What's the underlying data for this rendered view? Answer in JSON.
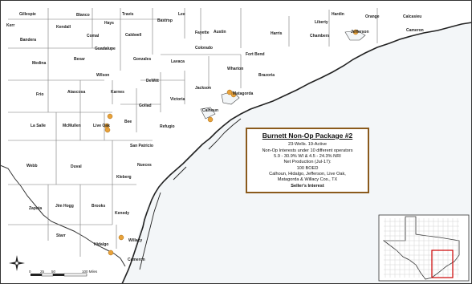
{
  "counties": [
    {
      "id": "gillespie",
      "label": "Gillespie"
    },
    {
      "id": "blanco",
      "label": "Blanco"
    },
    {
      "id": "travis",
      "label": "Travis"
    },
    {
      "id": "bastrop",
      "label": "Bastrop"
    },
    {
      "id": "lee",
      "label": "Lee"
    },
    {
      "id": "hardin",
      "label": "Hardin"
    },
    {
      "id": "orange",
      "label": "Orange"
    },
    {
      "id": "calcasieu",
      "label": "Calcasieu"
    },
    {
      "id": "kerr",
      "label": "Kerr"
    },
    {
      "id": "kendall",
      "label": "Kendall"
    },
    {
      "id": "hays",
      "label": "Hays"
    },
    {
      "id": "liberty",
      "label": "Liberty"
    },
    {
      "id": "comal",
      "label": "Comal"
    },
    {
      "id": "caldwell",
      "label": "Caldwell"
    },
    {
      "id": "fayette",
      "label": "Fayette"
    },
    {
      "id": "austin",
      "label": "Austin"
    },
    {
      "id": "harris",
      "label": "Harris"
    },
    {
      "id": "chambers",
      "label": "Chambers"
    },
    {
      "id": "jefferson",
      "label": "Jefferson"
    },
    {
      "id": "cameron_la",
      "label": "Cameron"
    },
    {
      "id": "bandera",
      "label": "Bandera"
    },
    {
      "id": "guadalupe",
      "label": "Guadalupe"
    },
    {
      "id": "colorado",
      "label": "Colorado"
    },
    {
      "id": "fortbend",
      "label": "Fort Bend"
    },
    {
      "id": "bexar",
      "label": "Bexar"
    },
    {
      "id": "gonzales",
      "label": "Gonzales"
    },
    {
      "id": "lavaca",
      "label": "Lavaca"
    },
    {
      "id": "medina",
      "label": "Medina"
    },
    {
      "id": "wharton",
      "label": "Wharton"
    },
    {
      "id": "brazoria",
      "label": "Brazoria"
    },
    {
      "id": "wilson",
      "label": "Wilson"
    },
    {
      "id": "dewitt",
      "label": "DeWitt"
    },
    {
      "id": "jackson",
      "label": "Jackson"
    },
    {
      "id": "matagorda",
      "label": "Matagorda"
    },
    {
      "id": "frio",
      "label": "Frio"
    },
    {
      "id": "atascosa",
      "label": "Atascosa"
    },
    {
      "id": "karnes",
      "label": "Karnes"
    },
    {
      "id": "victoria",
      "label": "Victoria"
    },
    {
      "id": "goliad",
      "label": "Goliad"
    },
    {
      "id": "calhoun",
      "label": "Calhoun"
    },
    {
      "id": "bee",
      "label": "Bee"
    },
    {
      "id": "lasalle",
      "label": "La Salle"
    },
    {
      "id": "mcmullen",
      "label": "McMullen"
    },
    {
      "id": "liveoak",
      "label": "Live Oak"
    },
    {
      "id": "refugio",
      "label": "Refugio"
    },
    {
      "id": "sanpatricio",
      "label": "San Patricio"
    },
    {
      "id": "webb",
      "label": "Webb"
    },
    {
      "id": "duval",
      "label": "Duval"
    },
    {
      "id": "nueces",
      "label": "Nueces"
    },
    {
      "id": "kleberg",
      "label": "Kleberg"
    },
    {
      "id": "jimhogg",
      "label": "Jim Hogg"
    },
    {
      "id": "brooks",
      "label": "Brooks"
    },
    {
      "id": "zapata",
      "label": "Zapata"
    },
    {
      "id": "kenedy",
      "label": "Kenedy"
    },
    {
      "id": "starr",
      "label": "Starr"
    },
    {
      "id": "hidalgo",
      "label": "Hidalgo"
    },
    {
      "id": "willacy",
      "label": "Willacy"
    },
    {
      "id": "cameron_tx",
      "label": "Cameron"
    }
  ],
  "well_markers": [
    {
      "id": "jefferson-well",
      "county": "Jefferson",
      "fill": "#e8a23a"
    },
    {
      "id": "matagorda-well-1",
      "county": "Matagorda",
      "fill": "#e8a23a"
    },
    {
      "id": "matagorda-well-2",
      "county": "Matagorda",
      "fill": "#e8a23a"
    },
    {
      "id": "calhoun-well",
      "county": "Calhoun",
      "fill": "#e8a23a"
    },
    {
      "id": "liveoak-well-1",
      "county": "Live Oak",
      "fill": "#e8a23a"
    },
    {
      "id": "liveoak-well-2",
      "county": "Live Oak",
      "fill": "#e8a23a"
    },
    {
      "id": "liveoak-well-3",
      "county": "Live Oak",
      "fill": "#e8a23a"
    },
    {
      "id": "hidalgo-well-1",
      "county": "Hidalgo",
      "fill": "#e8a23a"
    },
    {
      "id": "hidalgo-well-2",
      "county": "Hidalgo",
      "fill": "#e8a23a"
    }
  ],
  "infobox": {
    "title": "Burnett Non-Op Package #2",
    "lines": [
      "23-Wells. 19-Active",
      "Non-Op Interests under 10 different operators",
      "5.9 - 30.9% WI & 4.5 - 24.3% NRI",
      "Net Production (Jul-17):",
      "100 BOED",
      "Calhoun, Hidalgo, Jefferson, Live Oak,",
      "Matagorda & Willacy Cos., TX"
    ],
    "sellers_interest": "Seller's Interest"
  },
  "scale_bar": {
    "ticks": [
      "0",
      "25",
      "50",
      "100 Miles"
    ]
  },
  "colors": {
    "border": "#8a5a1c",
    "water": "#ffffff",
    "county_line": "#666666",
    "marker": "#e8a23a",
    "inset_highlight": "#cc0000"
  }
}
